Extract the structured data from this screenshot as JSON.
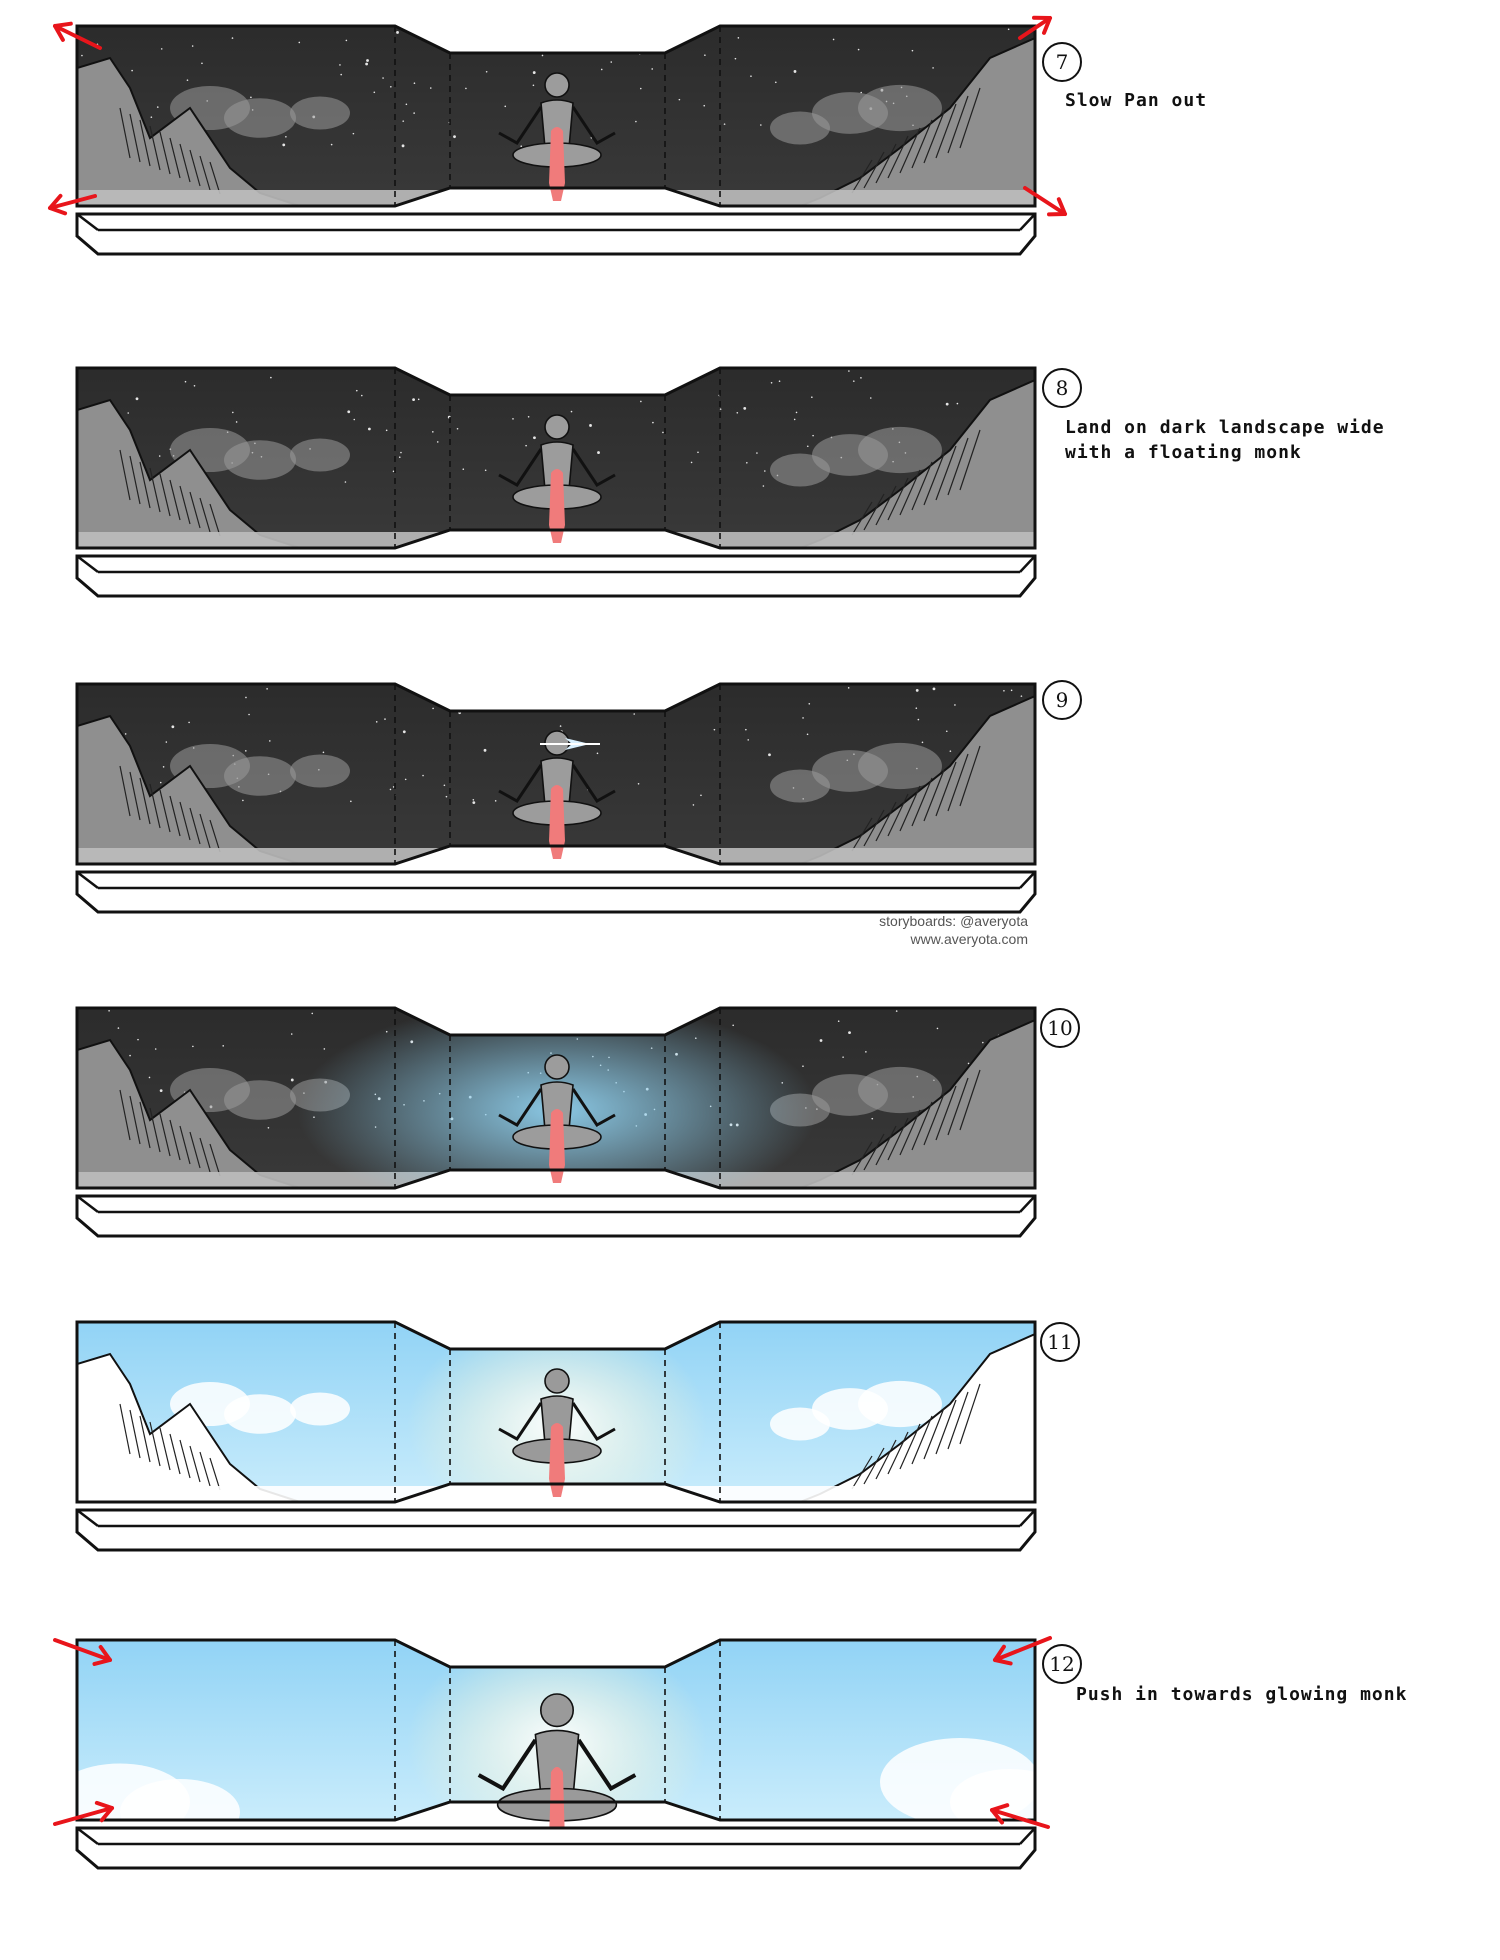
{
  "panels": [
    {
      "number": "7",
      "note_lines": [
        "Slow Pan out"
      ],
      "sky": "night",
      "arrows": "out"
    },
    {
      "number": "8",
      "note_lines": [
        "Land on dark landscape wide",
        "with a floating monk"
      ],
      "sky": "night",
      "arrows": "none"
    },
    {
      "number": "9",
      "note_lines": [],
      "sky": "night",
      "arrows": "none",
      "spark": true
    },
    {
      "number": "10",
      "note_lines": [],
      "sky": "night-glow",
      "arrows": "none"
    },
    {
      "number": "11",
      "note_lines": [],
      "sky": "day",
      "arrows": "none"
    },
    {
      "number": "12",
      "note_lines": [
        "Push in towards glowing monk"
      ],
      "sky": "day-close",
      "arrows": "in"
    }
  ],
  "credit": {
    "line1": "storyboards: @averyota",
    "line2": "www.averyota.com"
  },
  "colors": {
    "night_sky": "#3a3a3a",
    "rock": "#8f8f8f",
    "day_sky": "#a9dcf6",
    "glow": "#8fd0ee",
    "figure_pink": "#f07b7b",
    "arrow_red": "#e8151b"
  }
}
